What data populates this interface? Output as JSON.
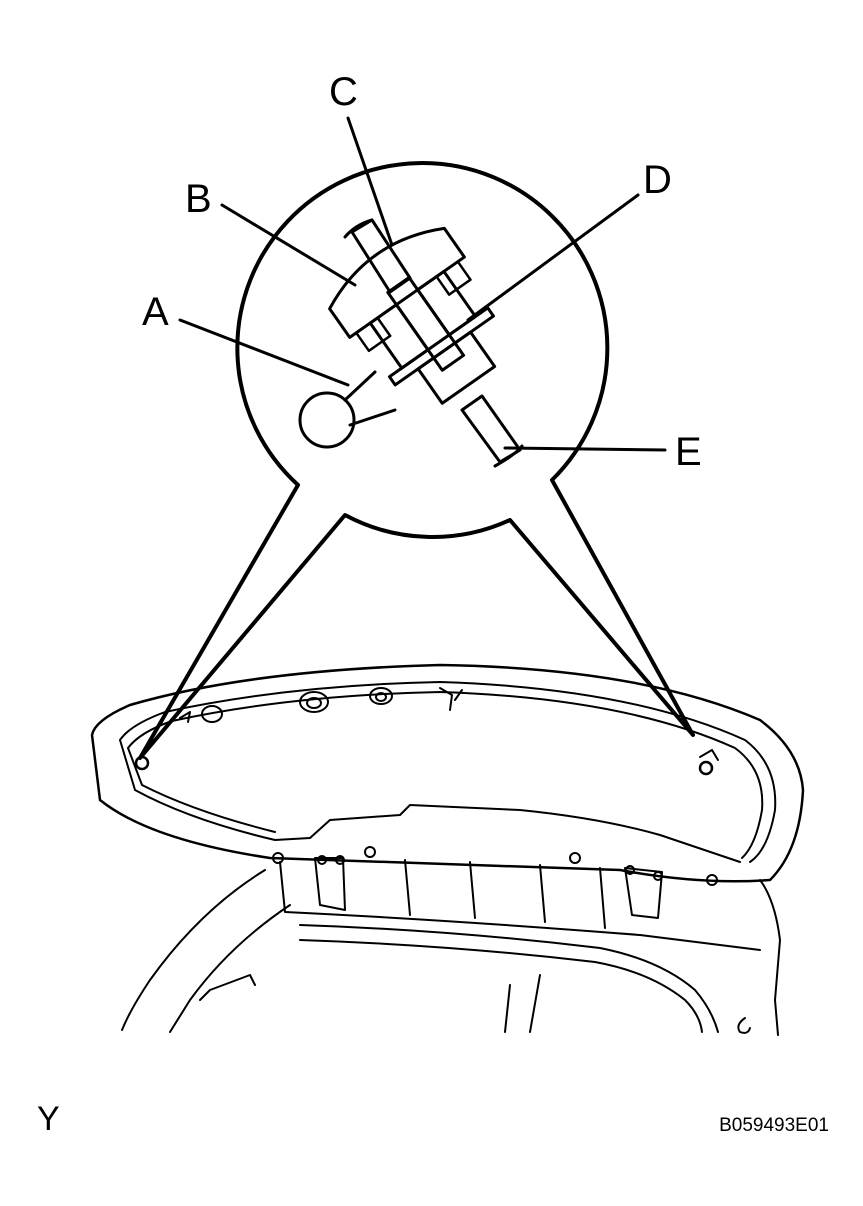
{
  "callouts": [
    {
      "id": "a",
      "label": "A"
    },
    {
      "id": "b",
      "label": "B"
    },
    {
      "id": "c",
      "label": "C"
    },
    {
      "id": "d",
      "label": "D"
    },
    {
      "id": "e",
      "label": "E"
    }
  ],
  "footer": {
    "view_mark": "Y",
    "figure_code": "B059493E01"
  }
}
